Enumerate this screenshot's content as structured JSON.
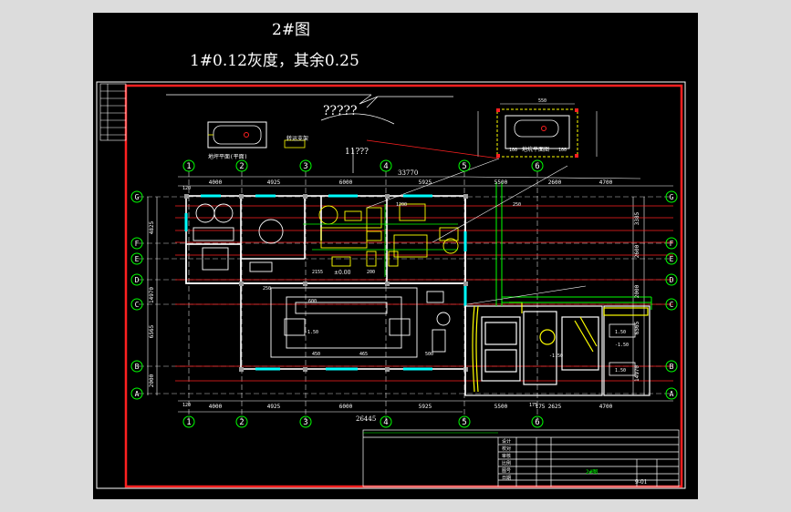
{
  "title": "2#图",
  "note": "1#0.12灰度，其余0.25",
  "question_marks": "?????",
  "question_marks_2": "11???",
  "overall_top_dim": "33770",
  "overall_bottom_dim": "26445",
  "axes_x": [
    "1",
    "2",
    "3",
    "4",
    "5",
    "6"
  ],
  "axes_y": [
    "G",
    "F",
    "E",
    "D",
    "C",
    "B",
    "A"
  ],
  "top_dims": [
    "4000",
    "4925",
    "6000",
    "5925",
    "5500",
    "2600",
    "4700"
  ],
  "bottom_dims": [
    "4000",
    "4925",
    "6000",
    "5925",
    "5500",
    "175",
    "2625",
    "4700"
  ],
  "left_dims": [
    "4825",
    "14970",
    "6565",
    "2000"
  ],
  "right_dims": [
    "3385",
    "2600",
    "2000",
    "6565",
    "14970"
  ],
  "small_dims": [
    "120",
    "120",
    "175",
    "200",
    "250",
    "600",
    "450",
    "465",
    "500",
    "1200",
    "2155",
    "250"
  ],
  "inset_dims": [
    "550",
    "100",
    "100"
  ],
  "level_mark": "±0.00",
  "inset_labels": [
    "地坪平面(平面)",
    "转运支架",
    "地坑平面图"
  ],
  "room_tags": [
    "1.50",
    "1.50",
    "-1.50",
    "-1.50",
    "-1.50"
  ],
  "title_block": {
    "rows": 8,
    "labels": [
      "设计",
      "校对",
      "审核",
      "比例",
      "图号",
      "日期"
    ],
    "drawing_no": "9-01",
    "project": "2#图"
  },
  "colors": {
    "background": "#000000",
    "frame": "#ff0000",
    "axis_circle": "#00ff00",
    "wall": "#ffffff",
    "window": "#00ffff",
    "equipment": "#ffff00",
    "dimension": "#ffffff",
    "page": "#dcdcdc"
  }
}
